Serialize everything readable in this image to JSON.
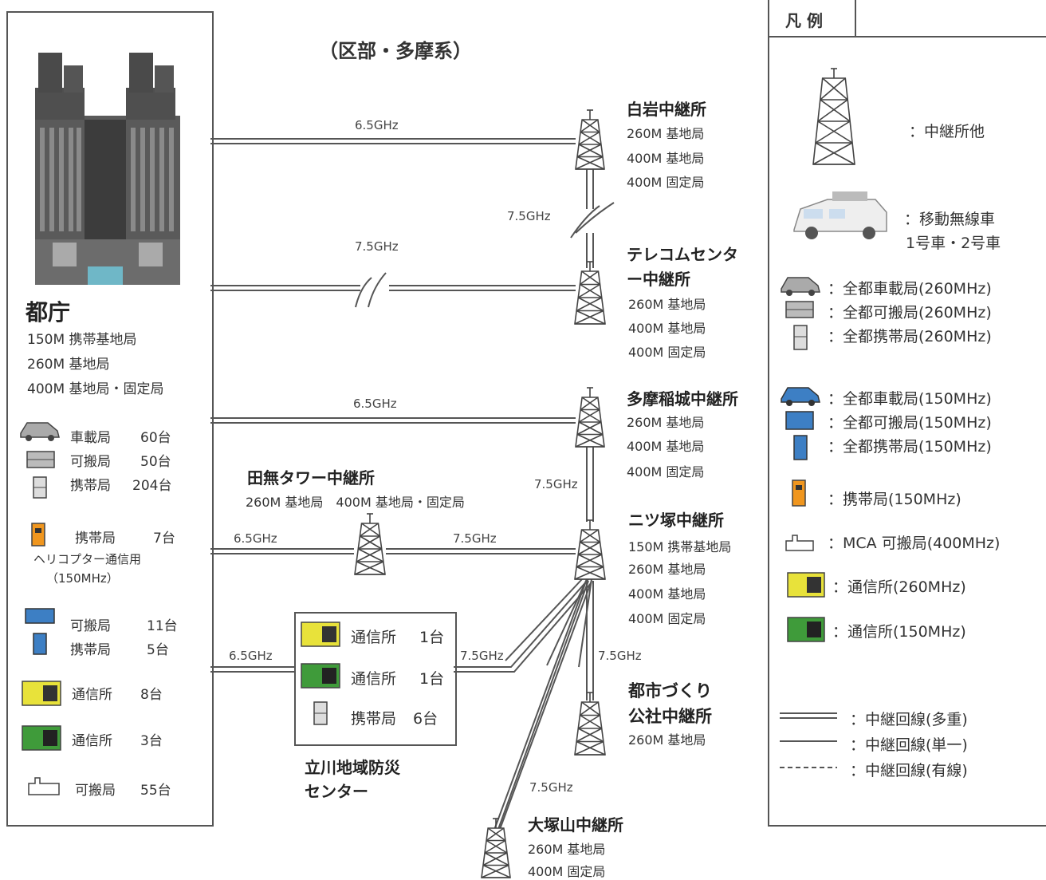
{
  "title": "（区部・多摩系）",
  "tocho": {
    "name": "都庁",
    "lines": [
      "150M 携帯基地局",
      "260M 基地局",
      "400M 基地局・固定局"
    ],
    "units": [
      {
        "label": "車載局",
        "count": "60台"
      },
      {
        "label": "可搬局",
        "count": "50台"
      },
      {
        "label": "携帯局",
        "count": "204台"
      },
      {
        "label": "携帯局",
        "count": "7台"
      },
      {
        "label": "可搬局",
        "count": "11台"
      },
      {
        "label": "携帯局",
        "count": "5台"
      },
      {
        "label": "通信所",
        "count": "8台"
      },
      {
        "label": "通信所",
        "count": "3台"
      },
      {
        "label": "可搬局",
        "count": "55台"
      }
    ],
    "heli_note": "ヘリコプター通信用",
    "heli_freq": "（150MHz）"
  },
  "relays": {
    "shiraiwa": {
      "name": "白岩中継所",
      "lines": [
        "260M 基地局",
        "400M 基地局",
        "400M 固定局"
      ]
    },
    "telecom": {
      "name1": "テレコムセンタ",
      "name2": "ー中継所",
      "lines": [
        "260M 基地局",
        "400M 基地局",
        "400M 固定局"
      ]
    },
    "tama": {
      "name": "多摩稲城中継所",
      "lines": [
        "260M 基地局",
        "400M 基地局",
        "400M 固定局"
      ]
    },
    "tanashi": {
      "name": "田無タワー中継所",
      "line": "260M 基地局　400M 基地局・固定局"
    },
    "futatsuka": {
      "name": "ニツ塚中継所",
      "lines": [
        "150M 携帯基地局",
        "260M 基地局",
        "400M 基地局",
        "400M 固定局"
      ]
    },
    "toshi": {
      "name1": "都市づくり",
      "name2": "公社中継所",
      "line": "260M 基地局"
    },
    "otsuka": {
      "name": "大塚山中継所",
      "lines": [
        "260M 基地局",
        "400M 固定局"
      ]
    }
  },
  "tachikawa": {
    "name1": "立川地域防災",
    "name2": "センター",
    "units": [
      {
        "label": "通信所",
        "count": "1台"
      },
      {
        "label": "通信所",
        "count": "1台"
      },
      {
        "label": "携帯局",
        "count": "6台"
      }
    ]
  },
  "freqs": {
    "f65": "6.5GHz",
    "f75": "7.5GHz"
  },
  "legend": {
    "title": "凡 例",
    "relay": "：中継所他",
    "mobile1": "：移動無線車",
    "mobile2": "1号車・2号車",
    "v260": "：全都車載局(260MHz)",
    "p260": "：全都可搬局(260MHz)",
    "h260": "：全都携帯局(260MHz)",
    "v150": "：全都車載局(150MHz)",
    "p150": "：全都可搬局(150MHz)",
    "h150": "：全都携帯局(150MHz)",
    "hand150": "：携帯局(150MHz)",
    "mca": "：MCA 可搬局(400MHz)",
    "st260": "：通信所(260MHz)",
    "st150": "：通信所(150MHz)",
    "l_multi": "：中継回線(多重)",
    "l_single": "：中継回線(単一)",
    "l_wired": "：中継回線(有線)"
  },
  "colors": {
    "yellow": "#e8e23a",
    "green": "#3f9b3a",
    "blue": "#3d7fc4",
    "orange": "#f0961e",
    "gray": "#9a9a9a"
  }
}
